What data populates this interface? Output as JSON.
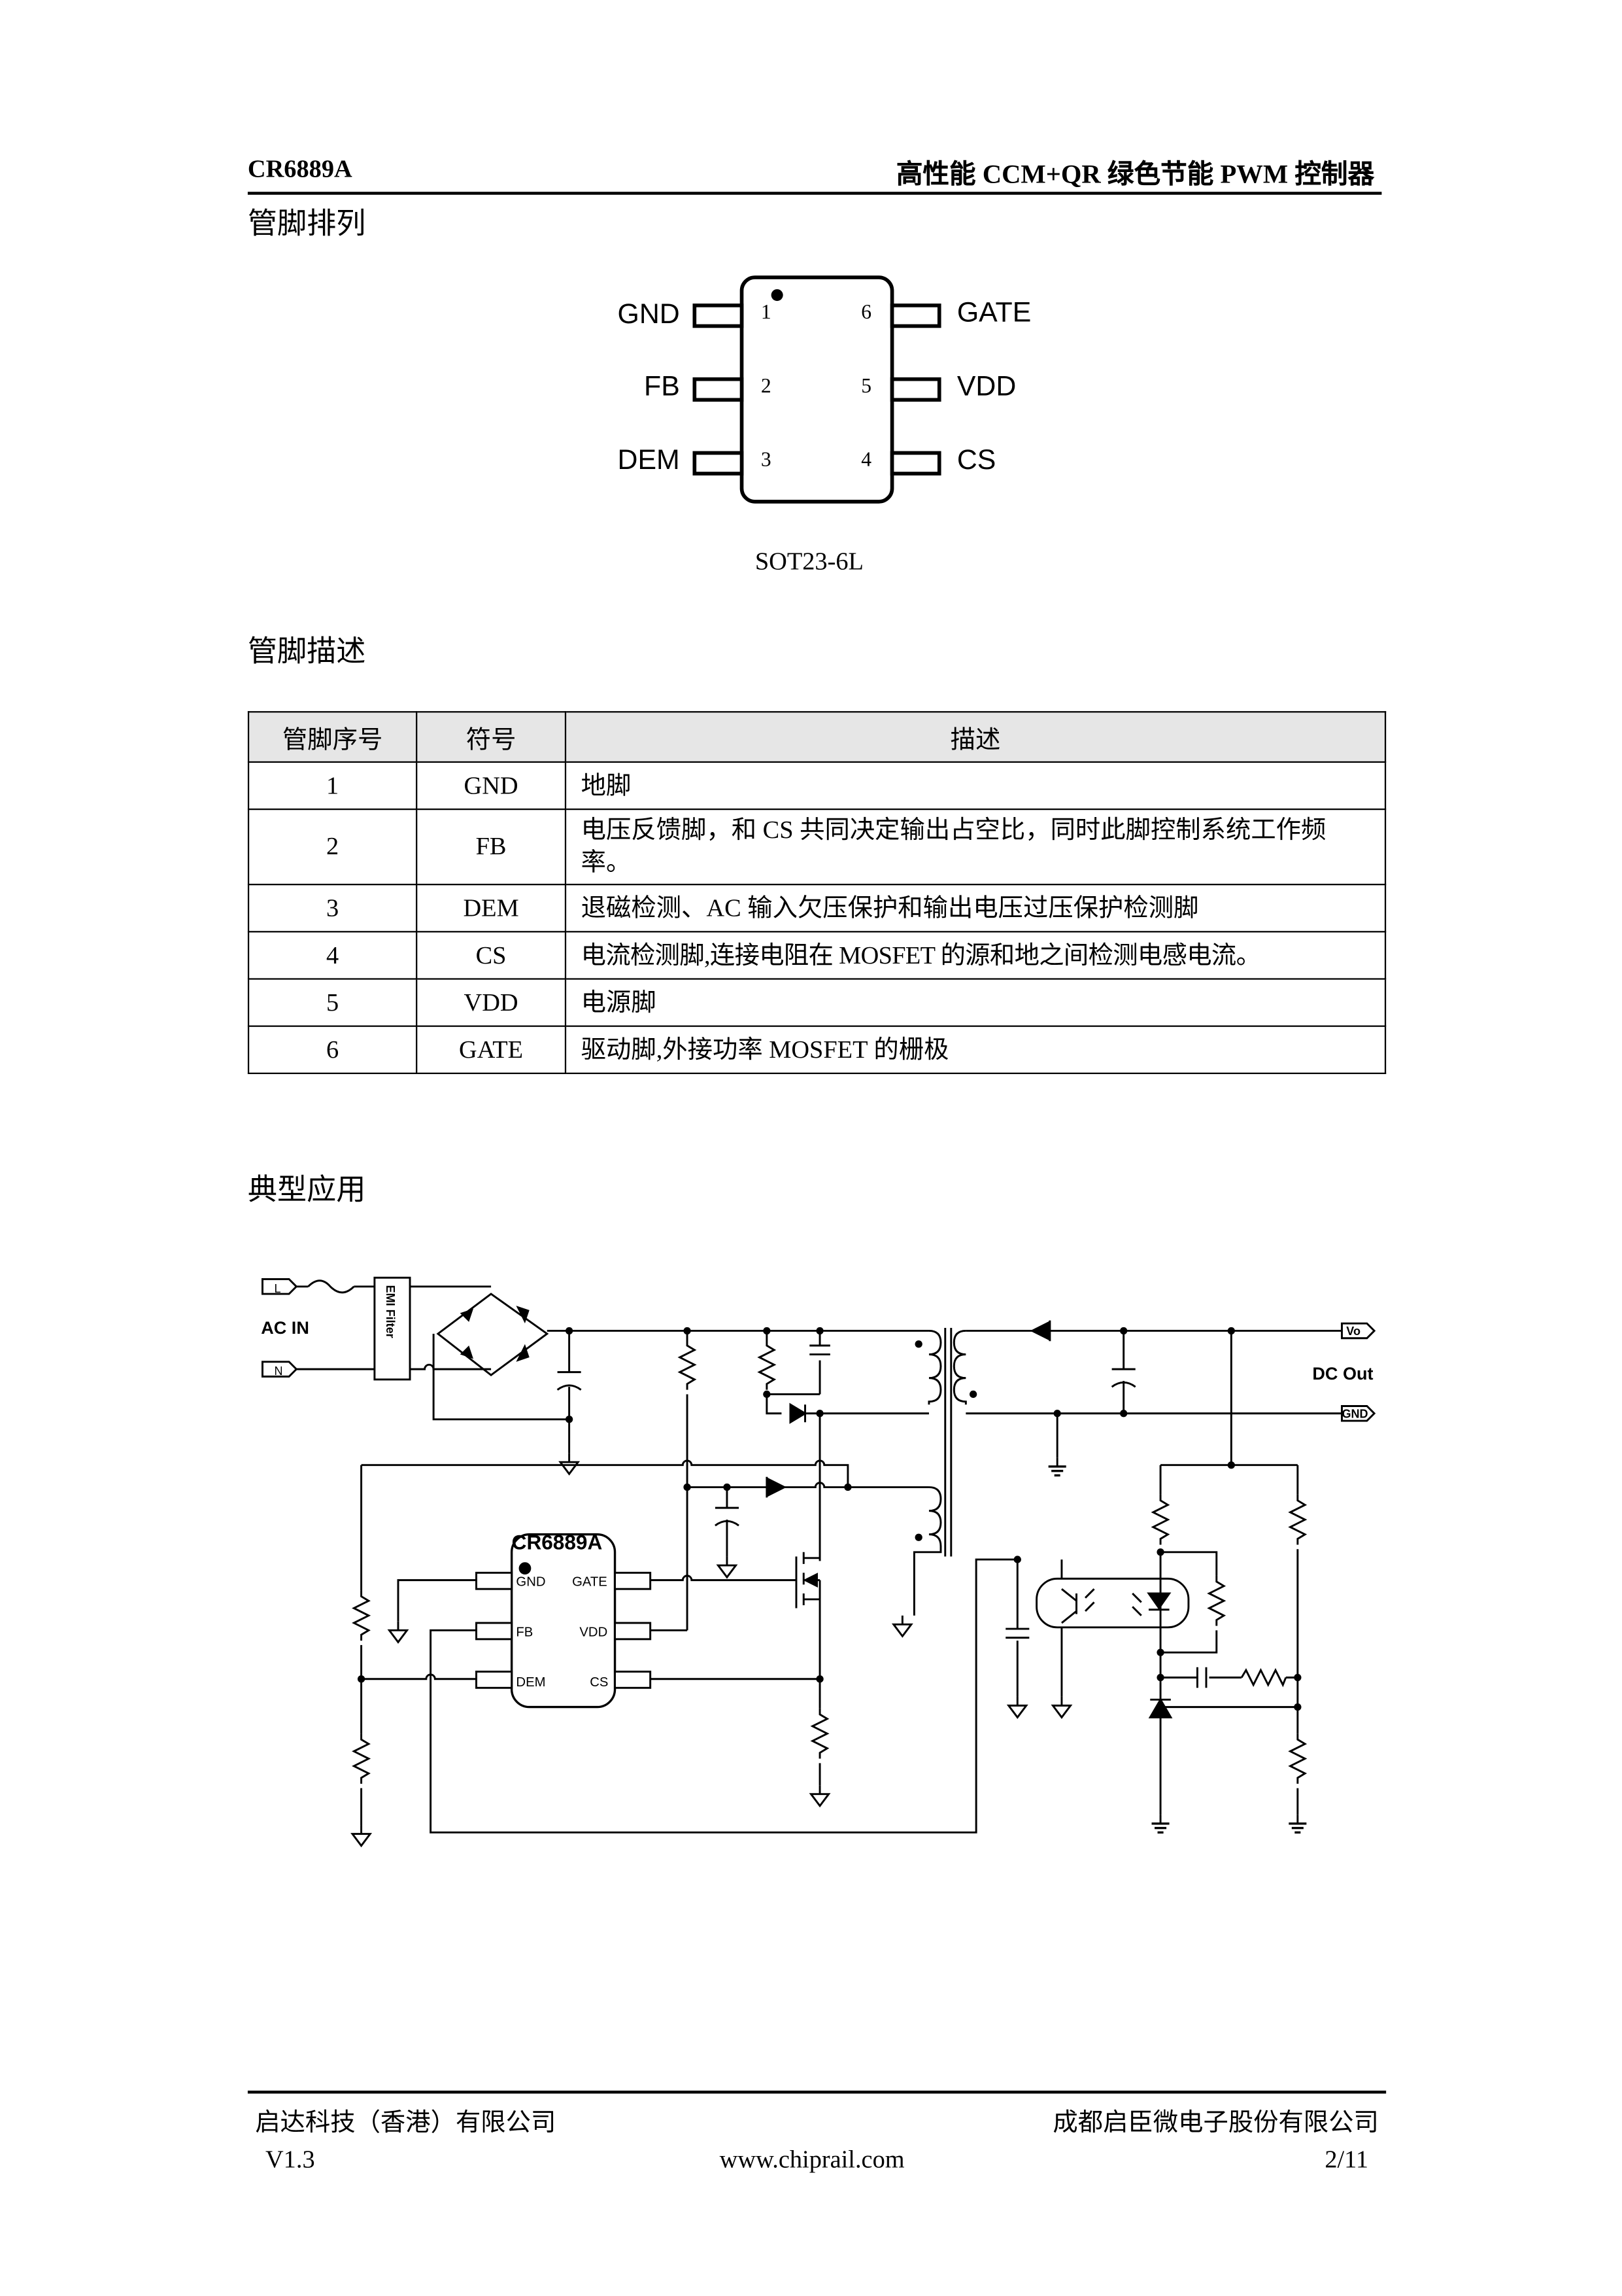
{
  "header": {
    "part": "CR6889A",
    "title": "高性能 CCM+QR 绿色节能 PWM 控制器"
  },
  "pinout": {
    "heading": "管脚排列",
    "package": "SOT23-6L",
    "left_pins": [
      {
        "num": "1",
        "name": "GND"
      },
      {
        "num": "2",
        "name": "FB"
      },
      {
        "num": "3",
        "name": "DEM"
      }
    ],
    "right_pins": [
      {
        "num": "6",
        "name": "GATE"
      },
      {
        "num": "5",
        "name": "VDD"
      },
      {
        "num": "4",
        "name": "CS"
      }
    ]
  },
  "pin_desc": {
    "heading": "管脚描述",
    "columns": [
      "管脚序号",
      "符号",
      "描述"
    ],
    "rows": [
      {
        "num": "1",
        "sym": "GND",
        "desc": "地脚"
      },
      {
        "num": "2",
        "sym": "FB",
        "desc": "电压反馈脚，和 CS 共同决定输出占空比，同时此脚控制系统工作频率。"
      },
      {
        "num": "3",
        "sym": "DEM",
        "desc": "退磁检测、AC 输入欠压保护和输出电压过压保护检测脚"
      },
      {
        "num": "4",
        "sym": "CS",
        "desc": "电流检测脚,连接电阻在 MOSFET 的源和地之间检测电感电流。"
      },
      {
        "num": "5",
        "sym": "VDD",
        "desc": "电源脚"
      },
      {
        "num": "6",
        "sym": "GATE",
        "desc": "驱动脚,外接功率 MOSFET 的栅极"
      }
    ]
  },
  "application": {
    "heading": "典型应用",
    "ac_in": "AC IN",
    "l": "L",
    "n": "N",
    "emi": "EMI Filter",
    "dc_out": "DC Out",
    "vo": "Vo",
    "gnd": "GND",
    "ic": "CR6889A",
    "ic_pins": {
      "gnd": "GND",
      "gate": "GATE",
      "fb": "FB",
      "vdd": "VDD",
      "dem": "DEM",
      "cs": "CS"
    }
  },
  "footer": {
    "company_left": "启达科技（香港）有限公司",
    "company_right": "成都启臣微电子股份有限公司",
    "version": "V1.3",
    "website": "www.chiprail.com",
    "page": "2/11"
  }
}
